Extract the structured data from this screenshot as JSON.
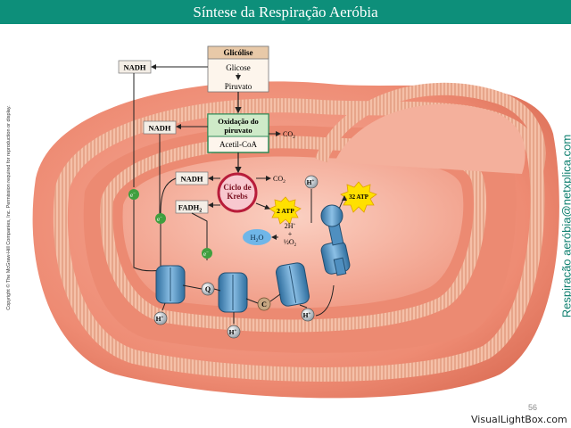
{
  "title": "Síntese da Respiração Aeróbia",
  "copyright": "Copyright © The McGraw-Hill Companies, Inc. Permission required for reproduction or display.",
  "side_brand": "Respiração aeróbia@netxplica.com",
  "page_number": "56",
  "watermark": "VisualLightBox.com",
  "footnote_line1": "",
  "footnote_line2": "",
  "glicolise": {
    "header": "Glicólise",
    "glucose": "Glicose",
    "pyruvate": "Piruvato"
  },
  "oxidation": {
    "header_line1": "Oxidação do",
    "header_line2": "piruvato",
    "acetyl": "Acetil-CoA"
  },
  "krebs": {
    "line1": "Ciclo de",
    "line2": "Krebs"
  },
  "labels": {
    "nadh_top": "NADH",
    "nadh_mid": "NADH",
    "nadh_krebs": "NADH",
    "fadh2": "FADH",
    "fadh2_sub": "2",
    "co2_a": "CO",
    "co2_b": "CO",
    "co2_sub": "2",
    "atp_2": "2 ATP",
    "atp_32": "32 ATP",
    "h2o": "H",
    "h2o_sub": "2",
    "h2o_end": "O",
    "twoh": "2H",
    "plus": "+",
    "half": "½O",
    "half_sub": "2",
    "electron": "e",
    "electron_sup": "−",
    "q": "Q",
    "c": "C",
    "h": "H",
    "h_sup": "+"
  },
  "colors": {
    "title_bg": "#0d8f7a",
    "membrane_outer": "#f08f78",
    "matrix": "#f2a08c",
    "protein": "#4f8fc0",
    "electron": "#3f9f3f",
    "atp": "#ffe000"
  }
}
